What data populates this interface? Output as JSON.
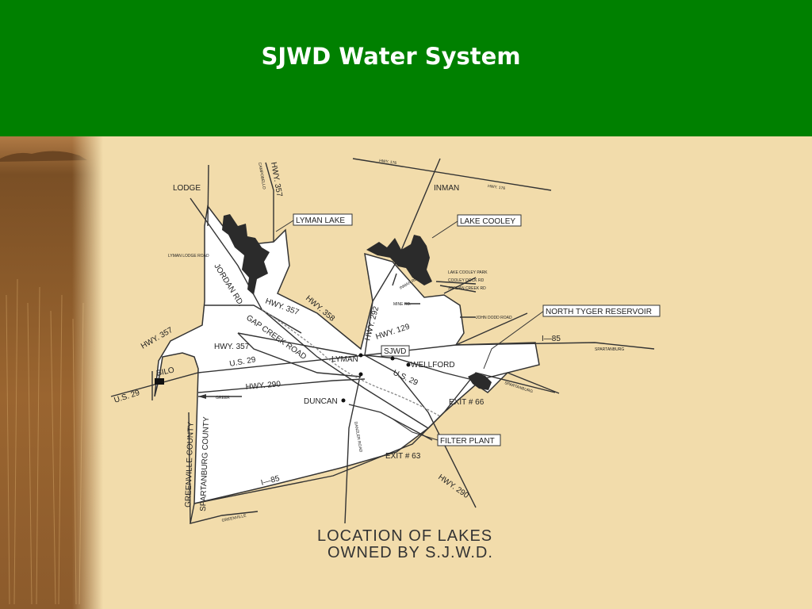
{
  "header": {
    "title": "SJWD Water System"
  },
  "map": {
    "lakes": {
      "lyman_lake": "LYMAN LAKE",
      "lake_cooley": "LAKE COOLEY",
      "north_tyger_reservoir": "NORTH TYGER RESERVOIR"
    },
    "places": {
      "lodge": "LODGE",
      "inman": "INMAN",
      "lyman": "LYMAN",
      "sjwd": "SJWD",
      "wellford": "WELLFORD",
      "duncan": "DUNCAN",
      "bilo": "BILO",
      "filter_plant": "FILTER PLANT",
      "spartanburg": "SPARTANBURG",
      "greenville": "GREENVILLE",
      "greer": "GREER"
    },
    "roads": {
      "hwy357_top": "HWY. 357",
      "campobello": "CAMPOBELLO",
      "hwy176_a": "HWY. 176",
      "hwy176_b": "HWY. 176",
      "lyman_lodge_road": "LYMAN LODGE ROAD",
      "jordan_rd": "JORDAN RD.",
      "hwy357_mid": "HWY. 357",
      "hwy358": "HWY. 358",
      "hwy292": "HWY. 292",
      "hwy129": "HWY. 129",
      "gap_creek_road": "GAP CREEK ROAD",
      "hwy357_left": "HWY. 357",
      "hwy357_west": "HWY. 357",
      "us29_a": "U.S. 29",
      "us29_b": "U.S. 29",
      "us29_c": "U.S. 29",
      "hwy290_a": "HWY. 290",
      "hwy290_b": "HWY. 290",
      "i85_a": "I—85",
      "i85_b": "I—85",
      "exit66": "EXIT # 66",
      "exit63": "EXIT # 63",
      "lake_cooley_park": "LAKE COOLEY PARK",
      "cooley_dock_rd": "COOLEY DOCK RD",
      "jordan_creek_rd": "JORDAN CREEK RD",
      "john_dodd_road": "JOHN DODD ROAD",
      "inman_rd": "INMAN RD.",
      "mine_rd": "MINE RD.",
      "danzler_road": "DANZLER ROAD"
    },
    "counties": {
      "greenville_county": "GREENVILLE COUNTY",
      "spartanburg_county": "SPARTANBURG COUNTY"
    },
    "caption_line1": "LOCATION OF LAKES",
    "caption_line2": "OWNED BY S.J.W.D."
  }
}
